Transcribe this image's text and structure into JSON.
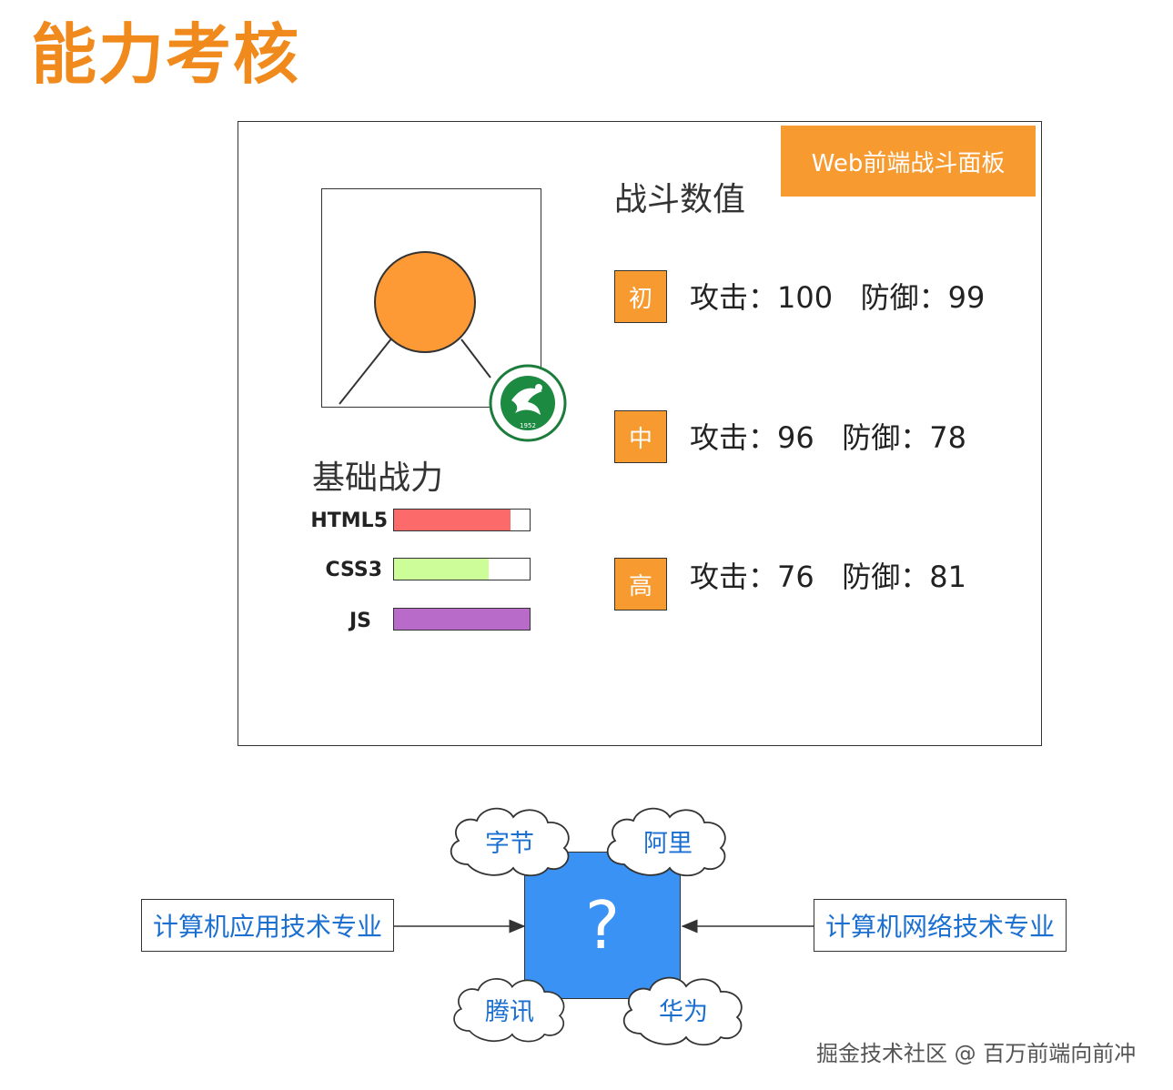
{
  "title": "能力考核",
  "panel": {
    "tag": "Web前端战斗面板",
    "stats_heading": "战斗数值",
    "skills_heading": "基础战力",
    "skills": [
      {
        "name": "HTML5",
        "level": 0.86,
        "color": "#fd6a6a"
      },
      {
        "name": "CSS3",
        "level": 0.7,
        "color": "#ccfd99"
      },
      {
        "name": "JS",
        "level": 1.0,
        "color": "#b86bc9"
      }
    ],
    "levels": [
      {
        "badge": "初",
        "stats": "攻击：100   防御：99"
      },
      {
        "badge": "中",
        "stats": "攻击：96   防御：78"
      },
      {
        "badge": "高",
        "stats": "攻击：76   防御：81"
      }
    ],
    "avatar_color": "#fd9a35",
    "logo_text": "1952"
  },
  "diagram": {
    "center": "?",
    "left_major": "计算机应用技术专业",
    "right_major": "计算机网络技术专业",
    "companies": [
      "字节",
      "阿里",
      "腾讯",
      "华为"
    ]
  },
  "watermark": "掘金技术社区 @ 百万前端向前冲",
  "colors": {
    "accent": "#f79a30",
    "title": "#f08a1c",
    "blue": "#3a92f4",
    "link": "#1a6fd0"
  }
}
